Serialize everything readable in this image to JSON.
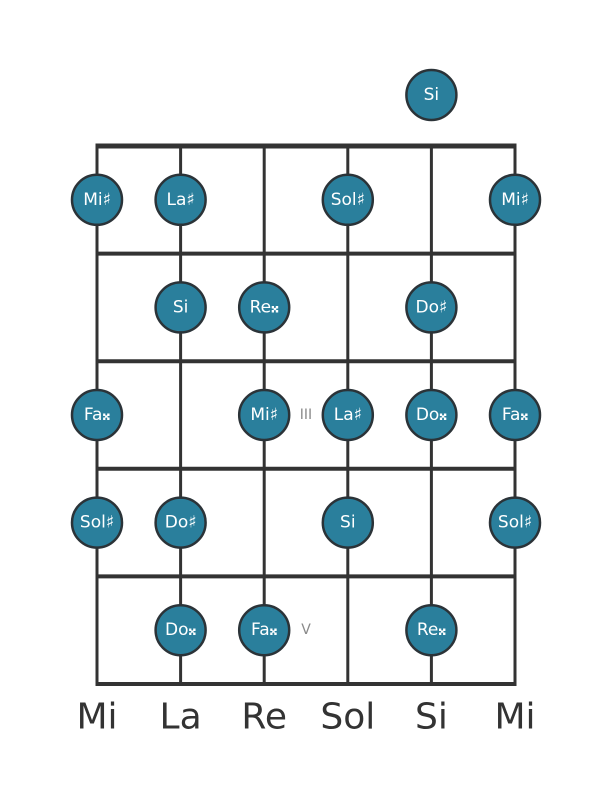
{
  "diagram": {
    "colors": {
      "line": "#333333",
      "dot_fill": "#2a7f9c",
      "dot_stroke": "#2b3338",
      "dot_text": "#ffffff",
      "marker_text": "#8a8a8a"
    },
    "strings": [
      "Mi",
      "La",
      "Re",
      "Sol",
      "Si",
      "Mi"
    ],
    "frets_shown": 5,
    "fret_markers": [
      {
        "fret": 3,
        "label": "III"
      },
      {
        "fret": 5,
        "label": "V"
      }
    ],
    "notes": [
      {
        "string": 5,
        "fret": 0,
        "label": "Si"
      },
      {
        "string": 1,
        "fret": 1,
        "label": "Mi♯"
      },
      {
        "string": 2,
        "fret": 1,
        "label": "La♯"
      },
      {
        "string": 4,
        "fret": 1,
        "label": "Sol♯"
      },
      {
        "string": 6,
        "fret": 1,
        "label": "Mi♯"
      },
      {
        "string": 2,
        "fret": 2,
        "label": "Si"
      },
      {
        "string": 3,
        "fret": 2,
        "label": "Re𝄪"
      },
      {
        "string": 5,
        "fret": 2,
        "label": "Do♯"
      },
      {
        "string": 1,
        "fret": 3,
        "label": "Fa𝄪"
      },
      {
        "string": 3,
        "fret": 3,
        "label": "Mi♯"
      },
      {
        "string": 4,
        "fret": 3,
        "label": "La♯"
      },
      {
        "string": 5,
        "fret": 3,
        "label": "Do𝄪"
      },
      {
        "string": 6,
        "fret": 3,
        "label": "Fa𝄪"
      },
      {
        "string": 1,
        "fret": 4,
        "label": "Sol♯"
      },
      {
        "string": 2,
        "fret": 4,
        "label": "Do♯"
      },
      {
        "string": 4,
        "fret": 4,
        "label": "Si"
      },
      {
        "string": 6,
        "fret": 4,
        "label": "Sol♯"
      },
      {
        "string": 2,
        "fret": 5,
        "label": "Do𝄪"
      },
      {
        "string": 3,
        "fret": 5,
        "label": "Fa𝄪"
      },
      {
        "string": 5,
        "fret": 5,
        "label": "Re𝄪"
      }
    ]
  }
}
